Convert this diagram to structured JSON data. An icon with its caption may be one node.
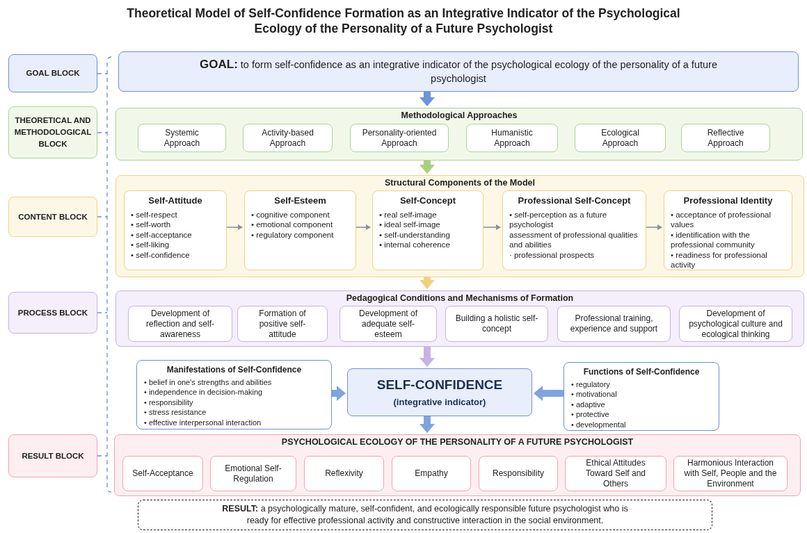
{
  "diagram": {
    "title": "Theoretical Model of Self-Confidence Formation as an Integrative Indicator of the Psychological Ecology of the Personality of a Future Psychologist",
    "nodes": [
      {
        "text": [
          "GOAL BLOCK"
        ]
      },
      {
        "text": [
          "THEORETICAL AND METHODOLOGICAL BLOCK"
        ]
      },
      {
        "text": [
          "CONTENT BLOCK"
        ]
      },
      {
        "text": [
          "PROCESS BLOCK"
        ]
      },
      {
        "text": [
          "RESULT BLOCK"
        ]
      },
      {
        "text": [
          "**GOAL:** to form self-confidence as an integrative indicator of the psychological ecology of the personality of a future psychologist"
        ]
      },
      {
        "text": [
          "Methodological Approaches"
        ]
      },
      {
        "text": [
          "Systemic Approach"
        ],
        "in": 6
      },
      {
        "text": [
          "Activity-based Approach"
        ],
        "in": 6
      },
      {
        "text": [
          "Personality-oriented Approach"
        ],
        "in": 6
      },
      {
        "text": [
          "Humanistic Approach"
        ],
        "in": 6
      },
      {
        "text": [
          "Ecological Approach"
        ],
        "in": 6
      },
      {
        "text": [
          "Reflective Approach"
        ],
        "in": 6
      },
      {
        "text": [
          "Structural Components of the Model"
        ]
      },
      {
        "text": [
          "Self-Attitude",
          "• self-respect",
          "• self-worth",
          "• self-acceptance",
          "• self-liking",
          "• self-confidence"
        ],
        "in": 13
      },
      {
        "text": [
          "Self-Esteem",
          "• cognitive component",
          "• emotional component",
          "• regulatory component"
        ],
        "in": 13
      },
      {
        "text": [
          "Self-Concept",
          "• real self-image",
          "• ideal self-image",
          "• self-understanding",
          "• internal coherence"
        ],
        "in": 13
      },
      {
        "text": [
          "Professional Self-Concept",
          "• self-perception as a future psychologist",
          "assessment of professional qualities and abilities",
          "· professional prospects"
        ],
        "in": 13
      },
      {
        "text": [
          "Professional Identity",
          "• acceptance of professional values",
          "• identification with the professional community",
          "• readiness for professional activity"
        ],
        "in": 13
      },
      {
        "text": [
          "Pedagogical Conditions and Mechanisms of Formation"
        ]
      },
      {
        "text": [
          "Development of reflection and self-awareness"
        ],
        "in": 19
      },
      {
        "text": [
          "Formation of positive self-attitude"
        ],
        "in": 19
      },
      {
        "text": [
          "Development of adequate self-esteem"
        ],
        "in": 19
      },
      {
        "text": [
          "Building a holistic self-concept"
        ],
        "in": 19
      },
      {
        "text": [
          "Professional training, experience and support"
        ],
        "in": 19
      },
      {
        "text": [
          "Development of psychological culture and ecological thinking"
        ],
        "in": 19
      },
      {
        "text": [
          "Manifestations of Self-Confidence",
          "• belief in one's strengths and abilities",
          "• independence in decision-making",
          "• responsibility",
          "• stress resistance",
          "• effective interpersonal interaction"
        ]
      },
      {
        "text": [
          "SELF-CONFIDENCE",
          "(integrative indicator)"
        ]
      },
      {
        "text": [
          "Functions of Self-Confidence",
          "• regulatory",
          "• motivational",
          "• adaptive",
          "• protective",
          "• developmental"
        ]
      },
      {
        "text": [
          "PSYCHOLOGICAL ECOLOGY OF THE PERSONALITY OF A FUTURE PSYCHOLOGIST"
        ]
      },
      {
        "text": [
          "Self-Acceptance"
        ],
        "in": 29
      },
      {
        "text": [
          "Emotional Self-Regulation"
        ],
        "in": 29
      },
      {
        "text": [
          "Reflexivity"
        ],
        "in": 29
      },
      {
        "text": [
          "Empathy"
        ],
        "in": 29
      },
      {
        "text": [
          "Responsibility"
        ],
        "in": 29
      },
      {
        "text": [
          "Ethical Attitudes Toward Self and Others"
        ],
        "in": 29
      },
      {
        "text": [
          "Harmonious Interaction with Self, People and the Environment"
        ],
        "in": 29
      },
      {
        "text": [
          "**RESULT:** a psychologically mature, self-confident, and ecologically responsible future psychologist who is ready for effective professional activity and constructive interaction in the social environment."
        ]
      }
    ],
    "edges": [
      {
        "from": 5,
        "to": 6,
        "arrow": "to",
        "color": "#6f92dc"
      },
      {
        "from": 6,
        "to": 13,
        "arrow": "to",
        "color": "#a9d07a"
      },
      {
        "from": 13,
        "to": 19,
        "arrow": "to",
        "color": "#f0d27c"
      },
      {
        "from": 19,
        "to": 27,
        "arrow": "to",
        "color": "#c8b2e6"
      },
      {
        "from": 26,
        "to": 27,
        "arrow": "to",
        "color": "#80a4de"
      },
      {
        "from": 28,
        "to": 27,
        "arrow": "to",
        "color": "#80a4de"
      },
      {
        "from": 27,
        "to": 29,
        "arrow": "to",
        "color": "#80a4de"
      },
      {
        "from": 14,
        "to": 15,
        "arrow": "to",
        "color": "#8c9099"
      },
      {
        "from": 15,
        "to": 16,
        "arrow": "to",
        "color": "#8c9099"
      },
      {
        "from": 16,
        "to": 17,
        "arrow": "to",
        "color": "#8c9099"
      },
      {
        "from": 17,
        "to": 18,
        "arrow": "to",
        "color": "#8c9099"
      }
    ]
  }
}
